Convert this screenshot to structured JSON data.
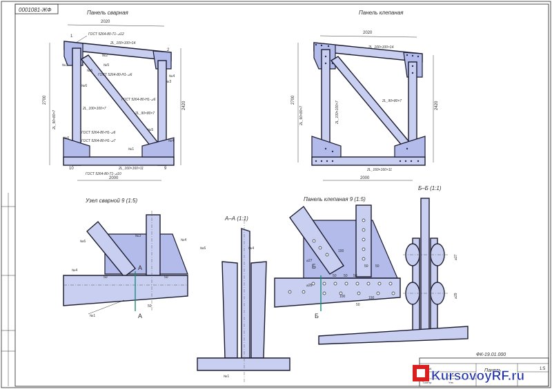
{
  "stamp": "0001081-ЖФ",
  "views": {
    "welded_panel": {
      "title": "Панель сварная",
      "dim_top": "2020",
      "dim_left": "2700",
      "dim_right": "2420",
      "dim_bottom": "2000",
      "labels": [
        "ГОСТ 5264-80-Т1-⊿12",
        "2L_100×100×14",
        "2L_90×80×7",
        "ГОСТ 5264-80-Н1-⊿6",
        "2L_100×100×7",
        "ГОСТ 5264-80-Н1-⊿6",
        "2L_90×80×7",
        "ГОСТ 5264-80-Н1-⊿6",
        "ГОСТ 5264-80-Н1-⊿7",
        "2L_160×160×11",
        "ГОСТ 5264-80-Т1-⊿10"
      ],
      "marks": [
        "№3",
        "№5",
        "№6",
        "№2",
        "№4",
        "№3",
        "№6",
        "№5",
        "№4",
        "№6",
        "№1",
        "1",
        "2",
        "9",
        "10"
      ]
    },
    "riveted_panel": {
      "title": "Панель клепаная",
      "dim_top": "2020",
      "dim_left": "2700",
      "dim_right": "2420",
      "dim_bottom": "2000",
      "labels": [
        "2L_100×100×14",
        "2L_90×80×7",
        "2L_100×100×7",
        "2L_90×80×7",
        "2L_160×160×11"
      ]
    },
    "weld_node": {
      "title": "Узел сварной 9 (1:5)",
      "marks": [
        "№6",
        "№3",
        "№4",
        "№4",
        "№1"
      ],
      "dims": [
        "50",
        "50",
        "50"
      ],
      "cut": "А"
    },
    "section_aa": {
      "title": "А–А (1:1)",
      "marks": [
        "№6",
        "№4",
        "№1"
      ]
    },
    "rivet_node": {
      "title": "Панель клепаная 9 (1:5)",
      "dims": [
        "100",
        "50",
        "50",
        "50",
        "50",
        "50",
        "150",
        "50",
        "100"
      ],
      "holes": [
        "⌀27",
        "⌀29"
      ],
      "cut": "Б"
    },
    "section_bb": {
      "title": "Б–Б (1:1)",
      "holes": [
        "⌀27",
        "⌀29"
      ]
    }
  },
  "title_block": {
    "code": "ФК-19.01.000",
    "name": "Панель",
    "scale": "1:5",
    "side_labels": [
      "Разраб.",
      "Пров.",
      "Т.контр.",
      "Н.контр.",
      "Утв."
    ]
  },
  "watermark": "KursovoyRF.ru"
}
